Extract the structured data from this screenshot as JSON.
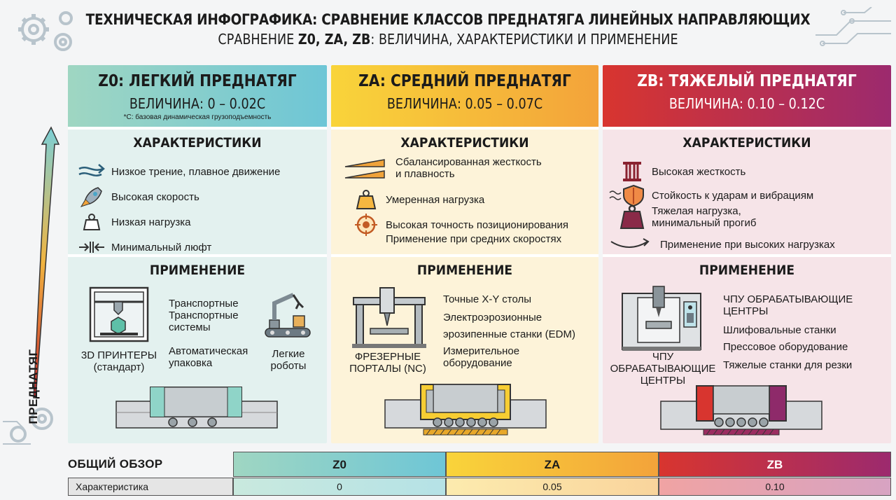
{
  "header": {
    "title": "ТЕХНИЧЕСКАЯ ИНФОГРАФИКА: СРАВНЕНИЕ КЛАССОВ ПРЕДНАТЯГА ЛИНЕЙНЫХ НАПРАВЛЯЮЩИХ",
    "subtitle_prefix": "СРАВНЕНИЕ ",
    "subtitle_bold": "Z0, ZA, ZB",
    "subtitle_suffix": ": ВЕЛИЧИНА, ХАРАКТЕРИСТИКИ И ПРИМЕНЕНИЕ"
  },
  "side_axis": {
    "label": "ПРЕДНАТЯГ"
  },
  "columns": [
    {
      "id": "z0",
      "title": "Z0: ЛЕГКИЙ ПРЕДНАТЯГ",
      "magnitude": "ВЕЛИЧИНА: 0 – 0.02C",
      "note": "*C: базовая динамическая грузоподъемность",
      "chars_title": "ХАРАКТЕРИСТИКИ",
      "chars": [
        {
          "icon": "smooth-motion-icon",
          "text": "Низкое трение, плавное движение"
        },
        {
          "icon": "rocket-icon",
          "text": "Высокая скорость"
        },
        {
          "icon": "light-weight-icon",
          "text": "Низкая нагрузка"
        },
        {
          "icon": "minimal-gap-icon",
          "text": "Минимальный люфт"
        }
      ],
      "apps_title": "ПРИМЕНЕНИЕ",
      "apps": {
        "printer_caption": "3D ПРИНТЕРЫ\n(стандарт)",
        "transport": "Транспортные\nТранспортные\nсистемы",
        "packaging": "Автоматическая\nупаковка",
        "robot_caption": "Легкие\nроботы"
      }
    },
    {
      "id": "za",
      "title": "ZA: СРЕДНИЙ ПРЕДНАТЯГ",
      "magnitude": "ВЕЛИЧИНА: 0.05 – 0.07C",
      "chars_title": "ХАРАКТЕРИСТИКИ",
      "chars": [
        {
          "icon": "balance-ramps-icon",
          "text": "Сбалансированная жесткость\nи плавность"
        },
        {
          "icon": "medium-weight-icon",
          "text": "Умеренная нагрузка"
        },
        {
          "icon": "crosshair-icon",
          "text": "Высокая точность позиционирования"
        },
        {
          "icon": "none",
          "text": "Применение при средних скоростях"
        }
      ],
      "apps_title": "ПРИМЕНЕНИЕ",
      "apps": {
        "milling_caption": "ФРЕЗЕРНЫЕ\nПОРТАЛЫ (NC)",
        "list": [
          "Точные X-Y столы",
          "Электроэрозионные",
          "эрозипенные станки (EDM)",
          "Измерительное\nоборудование"
        ]
      }
    },
    {
      "id": "zb",
      "title": "ZB: ТЯЖЕЛЫЙ ПРЕДНАТЯГ",
      "magnitude": "ВЕЛИЧИНА: 0.10 – 0.12C",
      "chars_title": "ХАРАКТЕРИСТИКИ",
      "chars": [
        {
          "icon": "pillar-icon",
          "text": "Высокая жесткость"
        },
        {
          "icon": "shield-icon",
          "text": "Стойкость к ударам и вибрациям"
        },
        {
          "icon": "heavy-weight-icon",
          "text": "Тяжелая нагрузка,\nминимальный прогиб"
        },
        {
          "icon": "none",
          "text": "Применение при высоких нагрузках"
        }
      ],
      "apps_title": "ПРИМЕНЕНИЕ",
      "apps": {
        "cnc_caption": "ЧПУ\nОБРАБАТЫВАЮЩИЕ\nЦЕНТРЫ",
        "list": [
          "ЧПУ ОБРАБАТЫВАЮЩИЕ\nЦЕНТРЫ",
          "Шлифовальные станки",
          "Прессовое оборудование",
          "Тяжелые станки для резки"
        ]
      }
    }
  ],
  "overview": {
    "label": "ОБЩИЙ ОБЗОР",
    "headers": [
      "Z0",
      "ZA",
      "ZB"
    ],
    "row_label": "Характеристика",
    "row_values": [
      "0",
      "0.05",
      "0.10"
    ]
  },
  "colors": {
    "z0": "#6ec6d6",
    "za": "#f3a33a",
    "zb": "#9c2a6e",
    "zb_red": "#d8352f"
  }
}
